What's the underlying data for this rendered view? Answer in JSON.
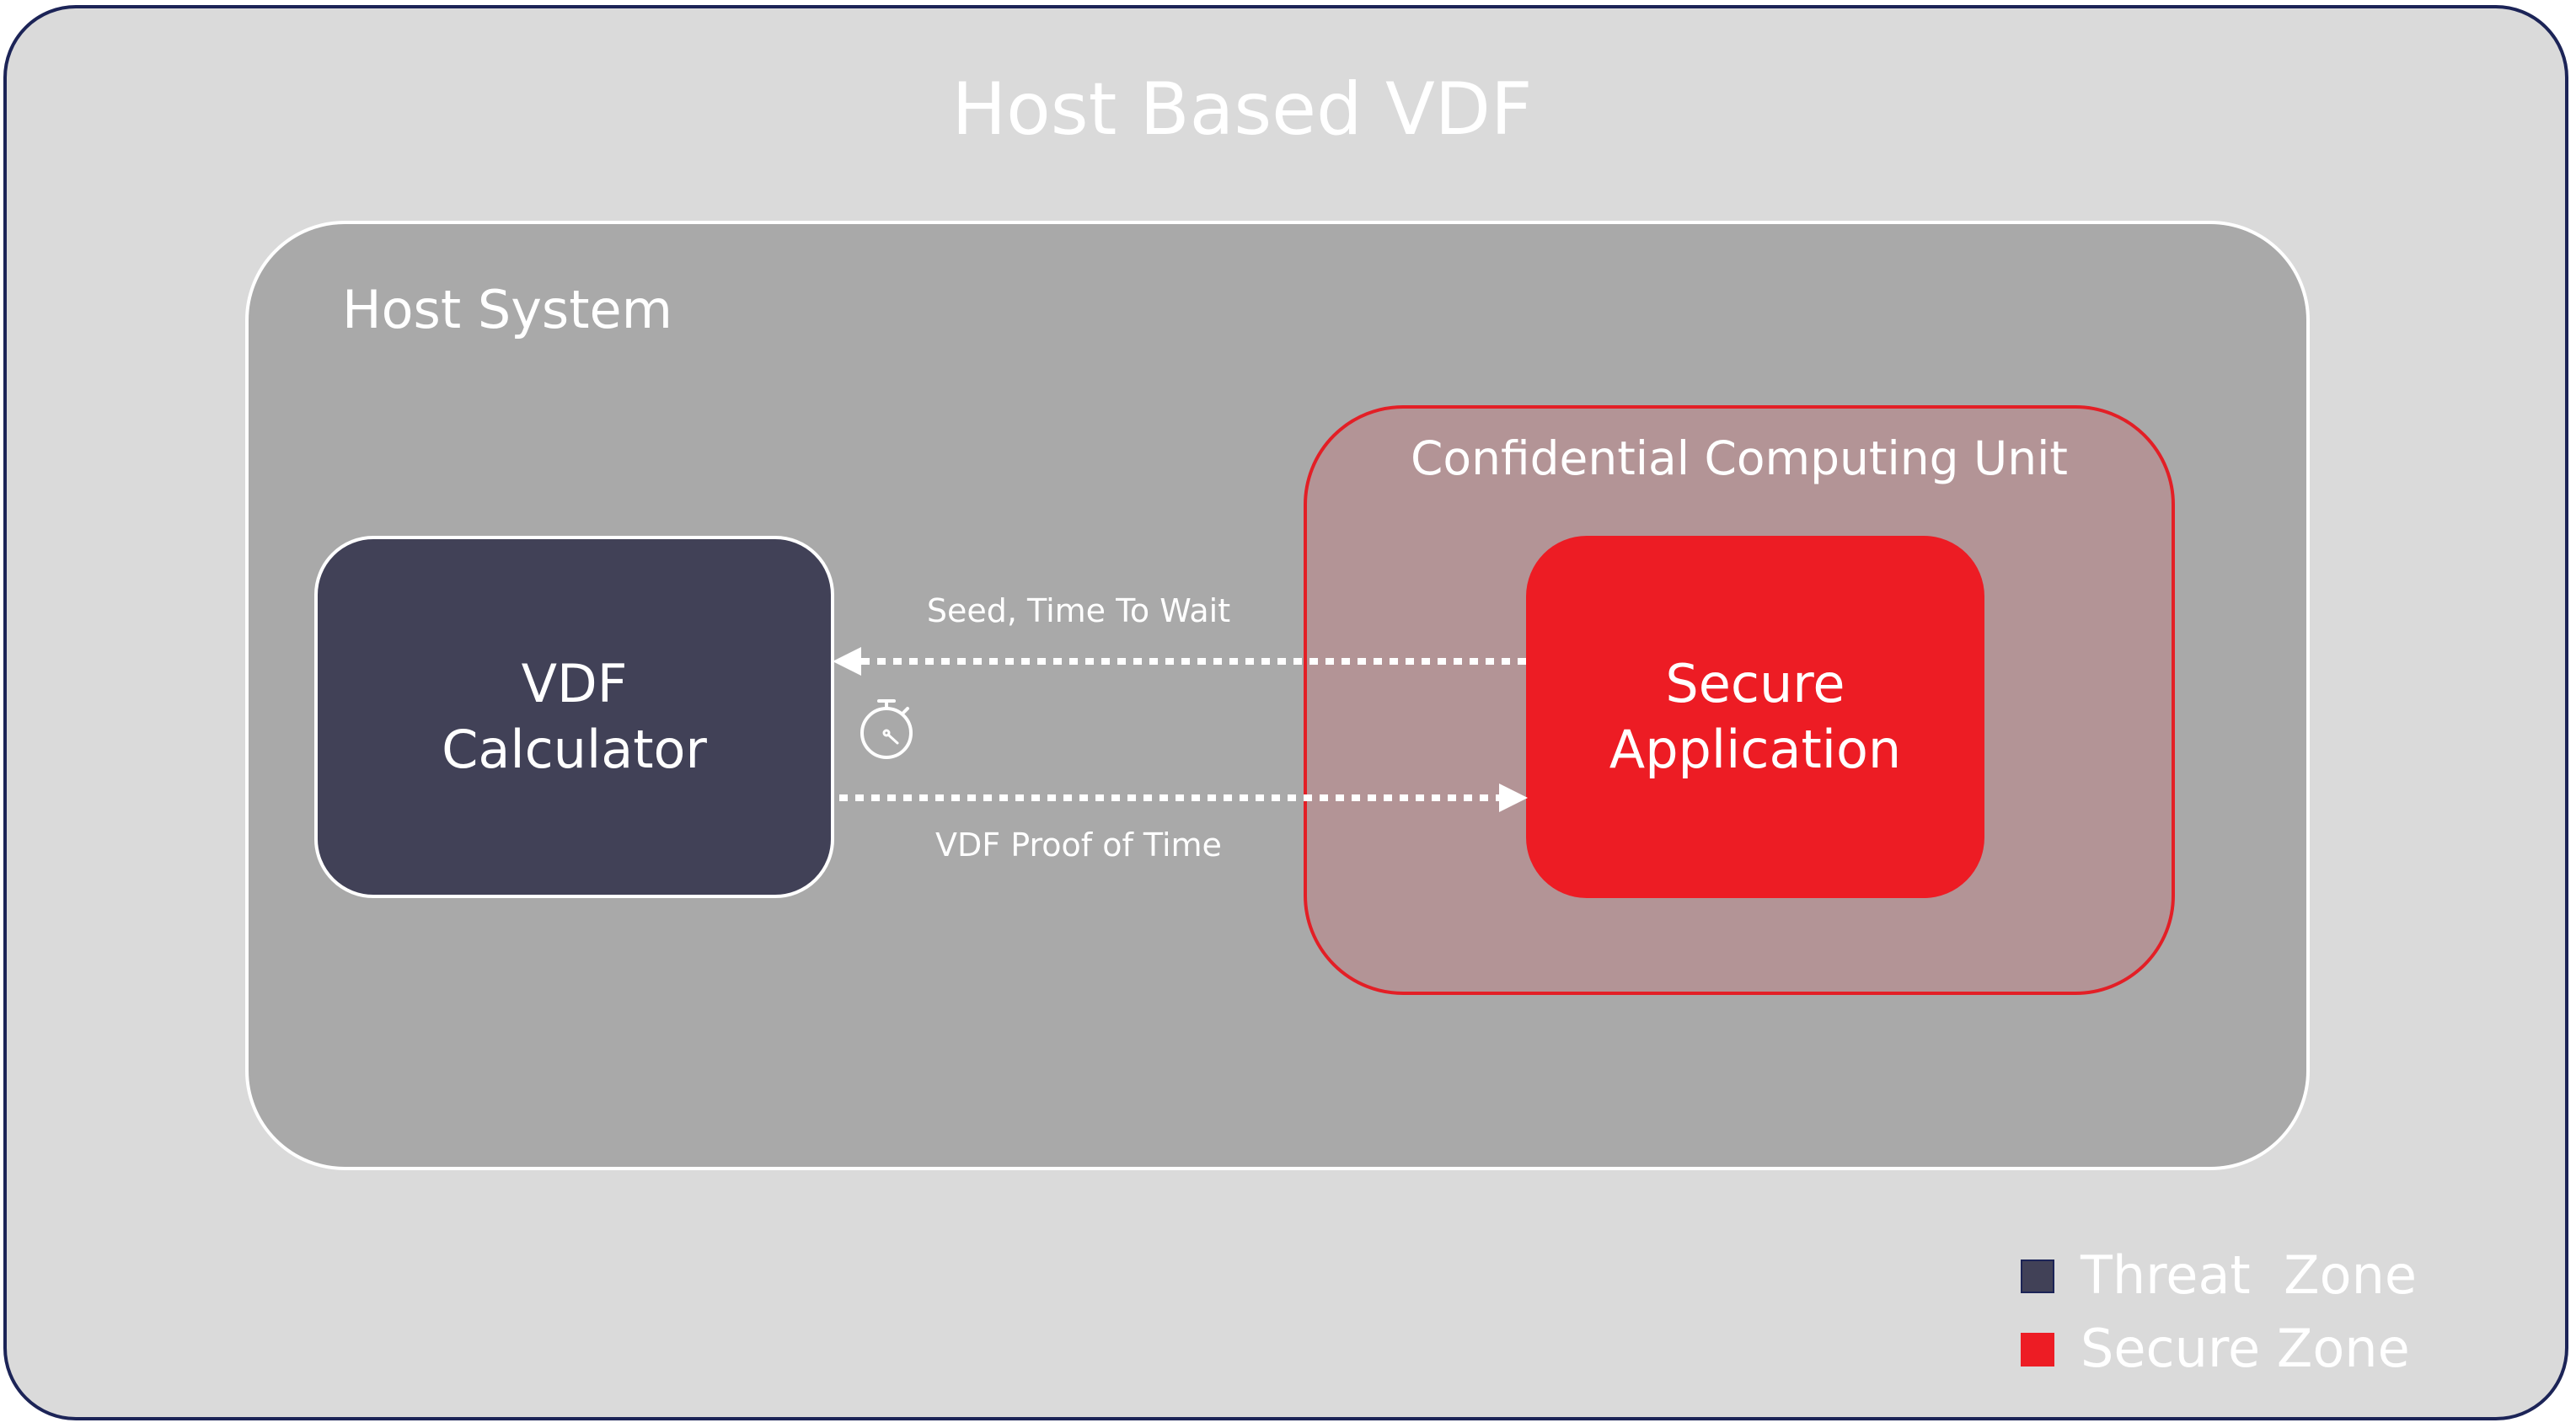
{
  "title": "Host Based VDF",
  "host_system": {
    "label": "Host System"
  },
  "confidential_unit": {
    "label": "Confidential Computing Unit"
  },
  "vdf_calculator": {
    "line1": "VDF",
    "line2": "Calculator"
  },
  "secure_application": {
    "line1": "Secure",
    "line2": "Application"
  },
  "arrows": {
    "to_calculator_label": "Seed, Time To Wait",
    "to_application_label": "VDF Proof of Time"
  },
  "icons": {
    "timer": "stopwatch-icon"
  },
  "legend": {
    "threat": {
      "label": "Threat  Zone",
      "color": "#414157"
    },
    "secure": {
      "label": "Secure Zone",
      "color": "#ed1c24"
    }
  },
  "colors": {
    "frame_border": "#1c2457",
    "frame_fill": "#dadada",
    "host_fill": "#a9a9a9",
    "ccu_fill": "#b39496",
    "ccu_border": "#e31f26"
  }
}
